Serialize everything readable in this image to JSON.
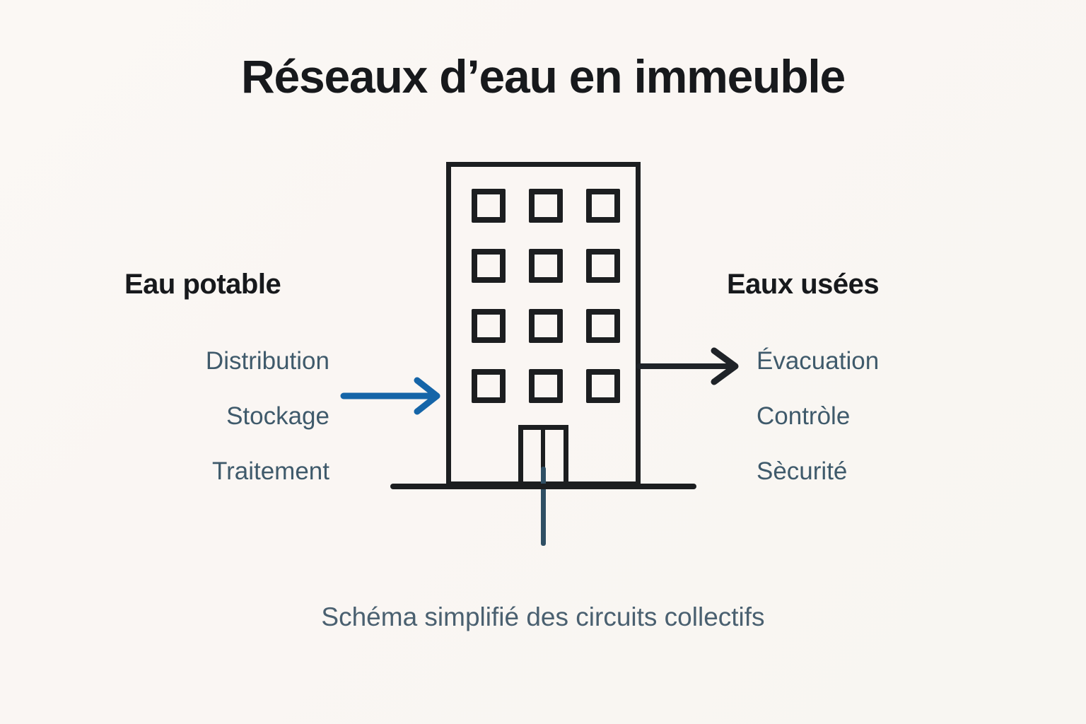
{
  "page": {
    "title": "Réseaux d’eau en immeuble",
    "caption": "Schéma simplifié des circuits collectifs",
    "background_color": "#faf7f3"
  },
  "colors": {
    "title_text": "#17191c",
    "heading_text": "#17191c",
    "item_text": "#3f5a6b",
    "caption_text": "#4a6070",
    "building_stroke": "#1c1e20",
    "inflow_arrow": "#1565a8",
    "outflow_arrow": "#1f2328",
    "pipe": "#2f4f64"
  },
  "left_column": {
    "heading": "Eau potable",
    "items": [
      {
        "label": "Distribution"
      },
      {
        "label": "Stockage"
      },
      {
        "label": "Traitement"
      }
    ]
  },
  "right_column": {
    "heading": "Eaux usées",
    "items": [
      {
        "label": "Évacuation"
      },
      {
        "label": "Contròle"
      },
      {
        "label": "Sècurité"
      }
    ]
  },
  "diagram": {
    "building": {
      "name": "apartment-building",
      "window_rows": 4,
      "window_columns": 3,
      "window_count": 12,
      "door": "double-door"
    },
    "arrows": [
      {
        "name": "potable-water-inflow",
        "direction": "right",
        "color": "#1565a8"
      },
      {
        "name": "wastewater-outflow",
        "direction": "right",
        "color": "#1f2328"
      }
    ],
    "ground_line": true,
    "underground_pipe": true
  }
}
